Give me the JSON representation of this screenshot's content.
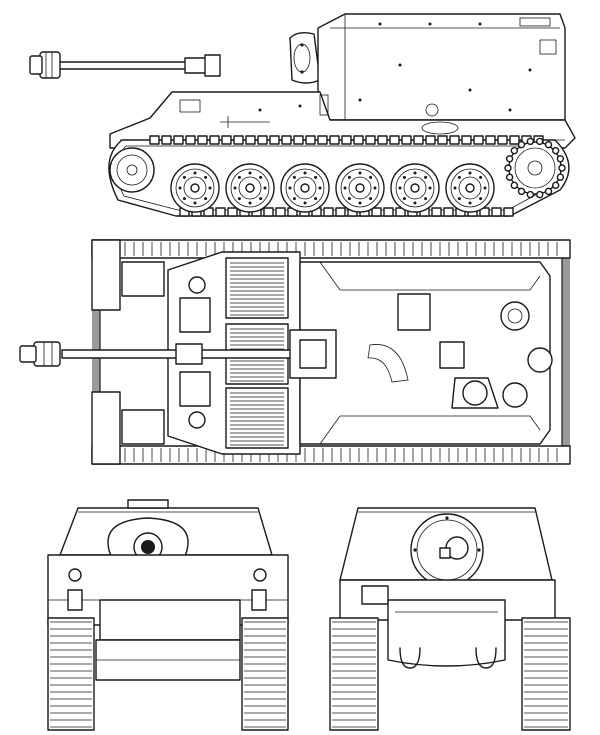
{
  "drawing": {
    "views": [
      {
        "id": "side",
        "kind": "side-elevation"
      },
      {
        "id": "top",
        "kind": "plan-view"
      },
      {
        "id": "front",
        "kind": "front-elevation"
      },
      {
        "id": "rear",
        "kind": "rear-elevation"
      }
    ],
    "side_view": {
      "road_wheels": 6,
      "drive_sprocket": "rear",
      "idler": "front"
    },
    "colors": {
      "line": "#1a1a1a",
      "paper": "#ffffff",
      "hatch": "#9a9a9a"
    }
  }
}
